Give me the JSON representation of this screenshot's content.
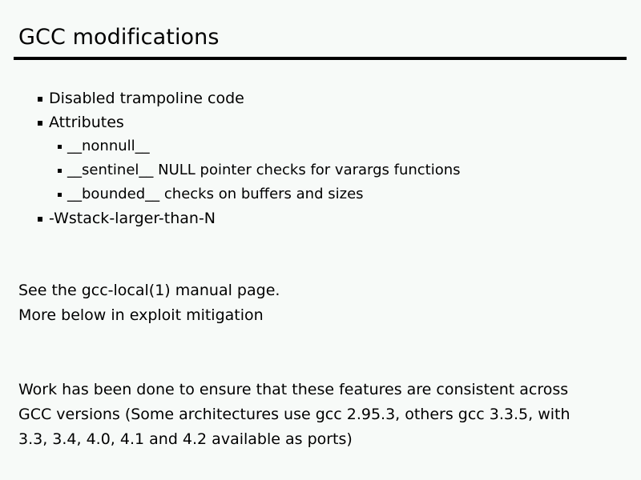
{
  "slide": {
    "title": "GCC modifications",
    "background_color": "#f7faf8",
    "text_color": "#000000",
    "rule_color": "#000000"
  },
  "bullets": [
    {
      "level": 1,
      "text": "Disabled trampoline code"
    },
    {
      "level": 1,
      "text": "Attributes"
    },
    {
      "level": 2,
      "text": "__nonnull__"
    },
    {
      "level": 2,
      "text": "__sentinel__ NULL pointer checks for varargs functions"
    },
    {
      "level": 2,
      "text": "__bounded__ checks on buffers and sizes"
    },
    {
      "level": 1,
      "text": "-Wstack-larger-than-N"
    }
  ],
  "paragraphs": {
    "block1": [
      "See the gcc-local(1) manual page.",
      "More below in exploit mitigation"
    ],
    "block2": [
      "Work has been done to ensure that these features are consistent across",
      "GCC versions (Some architectures use gcc 2.95.3, others gcc 3.3.5, with",
      "3.3, 3.4, 4.0, 4.1 and 4.2 available as ports)"
    ]
  }
}
